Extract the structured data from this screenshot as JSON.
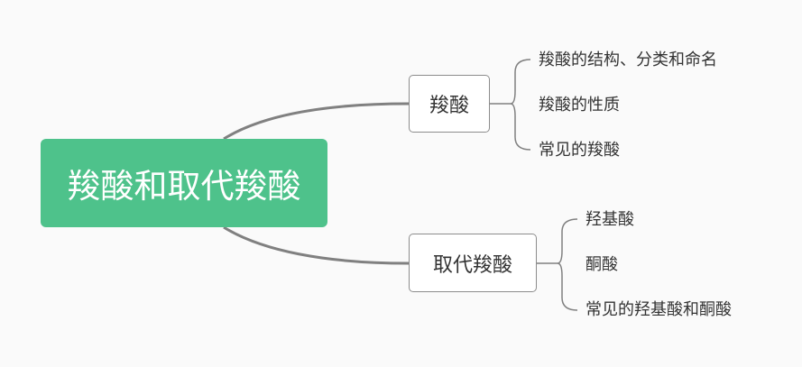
{
  "mindmap": {
    "root": "羧酸和取代羧酸",
    "branches": [
      {
        "label": "羧酸",
        "leaves": [
          "羧酸的结构、分类和命名",
          "羧酸的性质",
          "常见的羧酸"
        ]
      },
      {
        "label": "取代羧酸",
        "leaves": [
          "羟基酸",
          "酮酸",
          "常见的羟基酸和酮酸"
        ]
      }
    ]
  },
  "colors": {
    "root_fill": "#4ec28b",
    "connector": "#808080",
    "branch_border": "#8c8c8c",
    "text": "#333333",
    "background": "#fafafa"
  }
}
